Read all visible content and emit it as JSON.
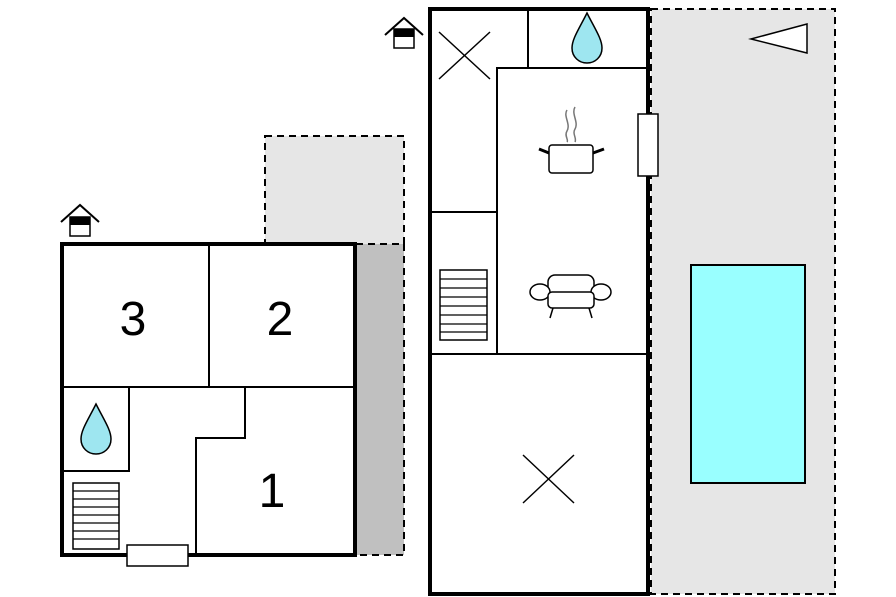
{
  "floorplan": {
    "upper_floor": {
      "rooms": [
        {
          "label": "3"
        },
        {
          "label": "2"
        },
        {
          "label": "1"
        }
      ],
      "icons": [
        "entrance-icon",
        "water-drop-icon",
        "stairs-icon",
        "window-icon"
      ]
    },
    "ground_floor": {
      "icons": [
        "entrance-icon",
        "water-drop-icon",
        "cooking-pot-icon",
        "sofa-icon",
        "stairs-icon",
        "window-icon",
        "terrace-arrow-icon",
        "pool"
      ]
    },
    "colors": {
      "wall": "#000000",
      "pool": "#99FFFF",
      "terrace_light": "#E6E6E6",
      "terrace_dark": "#C0C0C0",
      "water": "#9EE6F0",
      "floor": "#FFFFFF"
    }
  }
}
